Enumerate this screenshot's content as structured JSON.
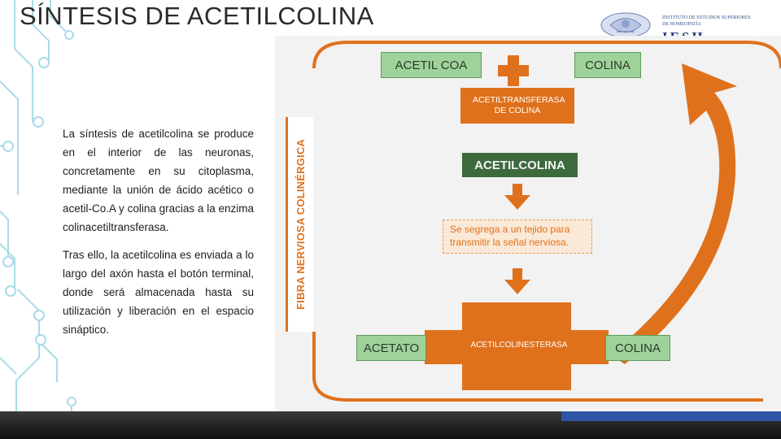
{
  "slide": {
    "title": "SÍNTESIS DE ACETILCOLINA",
    "paragraphs": [
      "La síntesis de acetilcolina se produce en el interior de las neuronas, concretamente en su citoplasma, mediante la unión de ácido acético o acetil-Co.A y colina gracias a la enzima colinacetiltransferasa.",
      "Tras ello, la acetilcolina es enviada a lo largo del axón hasta el botón terminal, donde será almacenada hasta su utilización y liberación en el espacio sináptico."
    ]
  },
  "logo": {
    "institution": "INSTITUTO DE ESTUDIOS SUPERIORES DE HOMEOPATÍA",
    "abbreviation": "IESH"
  },
  "diagram": {
    "side_label": "FIBRA NERVIOSA COLINÉRGICA",
    "acetyl_coa": "ACETIL COA",
    "choline_top": "COLINA",
    "transferase": "ACETILTRANSFERASA DE COLINA",
    "acetylcholine": "ACETILCOLINA",
    "note": "Se segrega a un tejido para transmitir la señal nerviosa.",
    "esterase": "ACETILCOLINESTERASA",
    "acetate": "ACETATO",
    "choline_bottom": "COLINA",
    "colors": {
      "orange": "#e0711c",
      "green_box": "#9fd29a",
      "dark_green": "#3d6a3d"
    }
  }
}
